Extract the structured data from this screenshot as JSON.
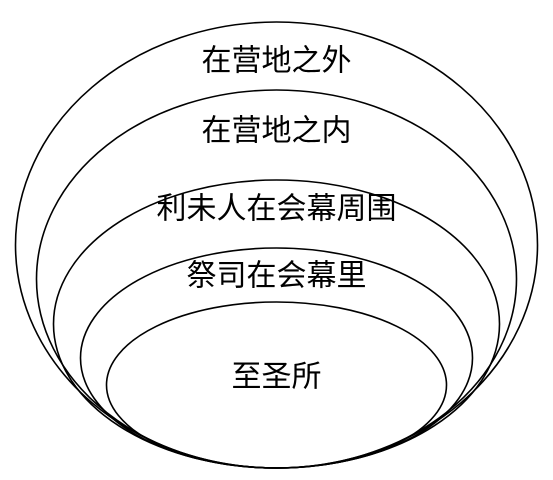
{
  "diagram": {
    "rings": [
      {
        "label": "在营地之外"
      },
      {
        "label": "在营地之内"
      },
      {
        "label": "利未人在会幕周围"
      },
      {
        "label": "祭司在会幕里"
      },
      {
        "label": "至圣所"
      }
    ],
    "colors": {
      "stroke": "#000000",
      "background": "#ffffff",
      "text": "#000000"
    }
  }
}
